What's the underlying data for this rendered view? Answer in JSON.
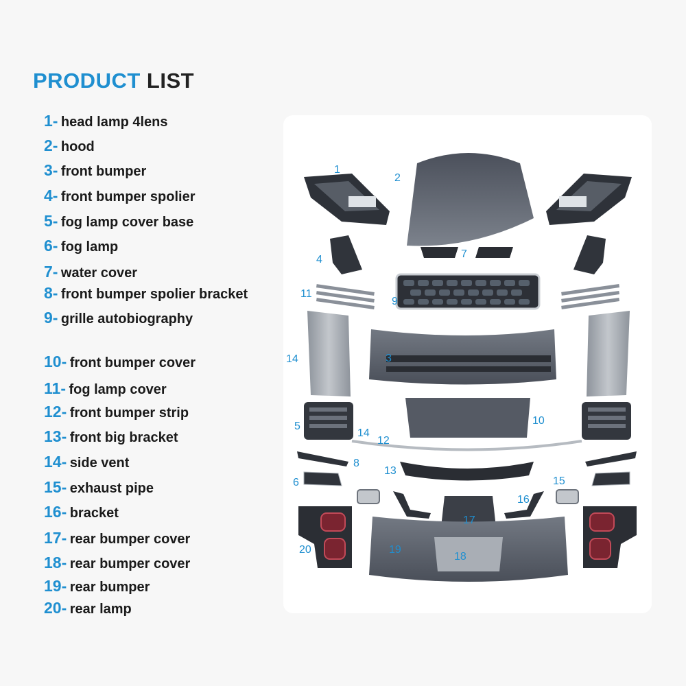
{
  "title": {
    "part1": "PRODUCT",
    "part2": "LIST"
  },
  "items": [
    {
      "num": "1-",
      "label": "head lamp 4lens"
    },
    {
      "num": "2-",
      "label": "hood"
    },
    {
      "num": "3-",
      "label": "front bumper"
    },
    {
      "num": "4-",
      "label": "front bumper spolier"
    },
    {
      "num": "5-",
      "label": "fog lamp cover base"
    },
    {
      "num": "6-",
      "label": "fog lamp"
    },
    {
      "num": "7-",
      "label": "water cover"
    },
    {
      "num": "8-",
      "label": "front bumper spolier bracket"
    },
    {
      "num": "9-",
      "label": "grille  autobiography"
    },
    {
      "num": "10-",
      "label": "front bumper cover"
    },
    {
      "num": "11-",
      "label": "fog lamp cover"
    },
    {
      "num": "12-",
      "label": "front bumper strip"
    },
    {
      "num": "13-",
      "label": "front big bracket"
    },
    {
      "num": "14-",
      "label": "side vent"
    },
    {
      "num": "15-",
      "label": "exhaust pipe"
    },
    {
      "num": "16-",
      "label": "bracket"
    },
    {
      "num": "17-",
      "label": "rear bumper cover"
    },
    {
      "num": "18-",
      "label": "rear bumper cover"
    },
    {
      "num": "19-",
      "label": "rear bumper"
    },
    {
      "num": "20-",
      "label": "rear lamp"
    }
  ],
  "callouts": [
    "1",
    "2",
    "3",
    "4",
    "5",
    "6",
    "7",
    "8",
    "9",
    "10",
    "11",
    "12",
    "13",
    "14",
    "14",
    "15",
    "16",
    "17",
    "18",
    "19",
    "20"
  ],
  "colors": {
    "accent": "#1f8fd0",
    "text": "#1a1a1a",
    "part_dark": "#3f4450",
    "part_mid": "#6a707c",
    "part_light": "#9aa0a8"
  }
}
